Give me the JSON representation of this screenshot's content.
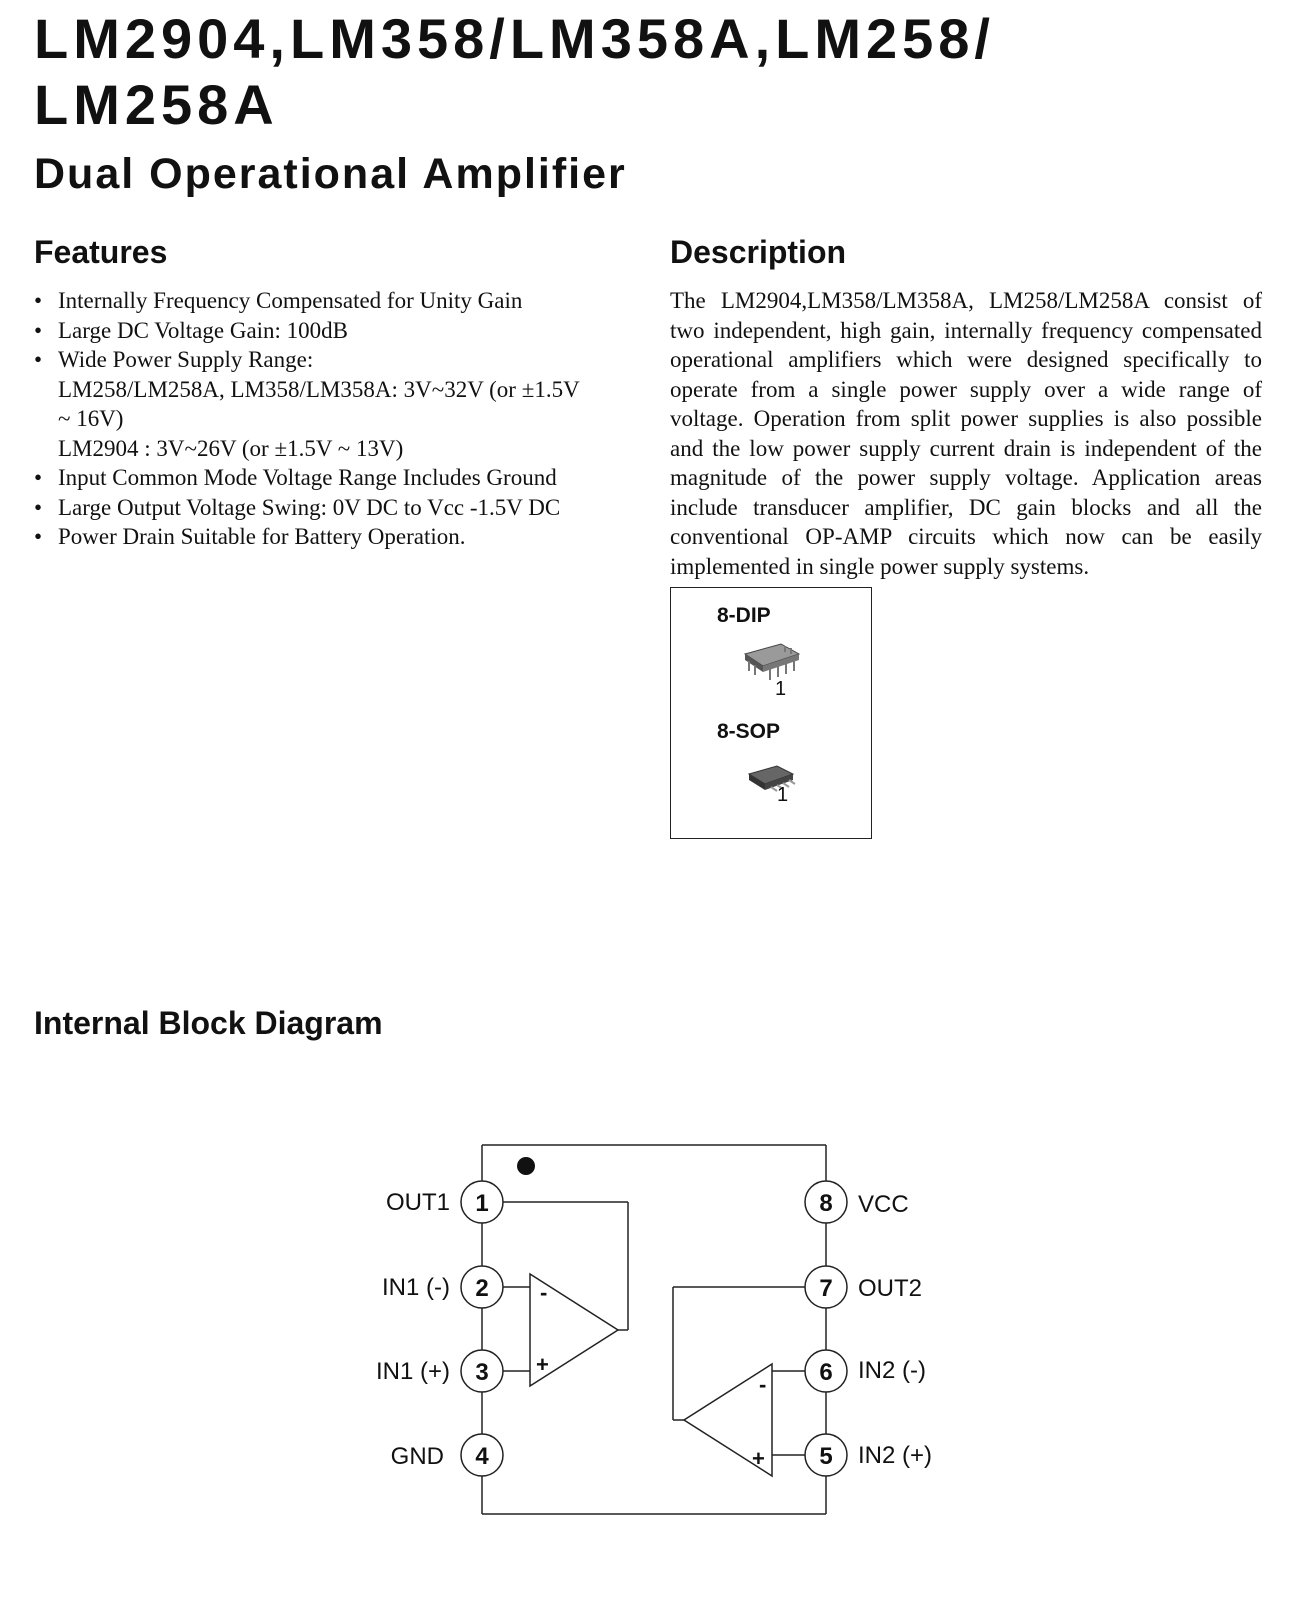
{
  "header": {
    "title_line1": "LM2904,LM358/LM358A,LM258/",
    "title_line2": "LM258A",
    "subtitle": "Dual Operational Amplifier"
  },
  "features": {
    "heading": "Features",
    "items": [
      "Internally Frequency Compensated for Unity Gain",
      "Large DC Voltage Gain: 100dB",
      "Wide Power Supply Range:",
      "Input Common Mode Voltage Range Includes Ground",
      "Large Output Voltage Swing: 0V DC to Vcc -1.5V DC",
      "Power Drain Suitable for Battery Operation."
    ],
    "supply_range_lines": [
      "LM258/LM258A, LM358/LM358A: 3V~32V (or ±1.5V",
      "~ 16V)",
      "LM2904 : 3V~26V (or ±1.5V ~ 13V)"
    ]
  },
  "description": {
    "heading": "Description",
    "text": "The LM2904,LM358/LM358A, LM258/LM258A consist of two independent, high gain, internally frequency compensated operational amplifiers which were designed specifically to operate from a single power supply over a wide range of voltage. Operation from split power supplies is also possible and the low power supply current drain is independent of the magnitude of the power supply voltage. Application areas include transducer amplifier, DC gain blocks and all the conventional OP-AMP circuits which now can be easily implemented in single power supply systems."
  },
  "packages": {
    "dip_label": "8-DIP",
    "sop_label": "8-SOP",
    "pin1_mark": "1"
  },
  "block_diagram": {
    "heading": "Internal Block Diagram",
    "pins": [
      {
        "number": "1",
        "label": "OUT1"
      },
      {
        "number": "2",
        "label": "IN1 (-)"
      },
      {
        "number": "3",
        "label": "IN1 (+)"
      },
      {
        "number": "4",
        "label": "GND"
      },
      {
        "number": "5",
        "label": "IN2 (+)"
      },
      {
        "number": "6",
        "label": "IN2 (-)"
      },
      {
        "number": "7",
        "label": "OUT2"
      },
      {
        "number": "8",
        "label": "VCC"
      }
    ],
    "minus_sign": "-",
    "plus_sign": "+"
  }
}
